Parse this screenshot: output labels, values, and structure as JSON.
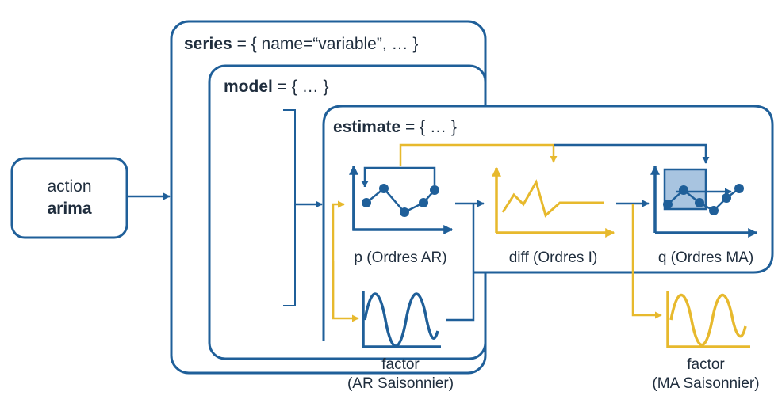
{
  "colors": {
    "blue": "#1f5f99",
    "yellow": "#e7b92d",
    "text": "#1f2d3d",
    "highlight": "#a8c4e0"
  },
  "action": {
    "line1": "action",
    "line2": "arima"
  },
  "series": {
    "key": "series",
    "rest": " = { name=“variable”, … }"
  },
  "model": {
    "key": "model",
    "rest": " = { … }"
  },
  "estimate": {
    "key": "estimate",
    "rest": " = { … }"
  },
  "nodes": {
    "p": "p (Ordres AR)",
    "diff": "diff (Ordres I)",
    "q": "q (Ordres MA)",
    "factor_ar": {
      "line1": "factor",
      "line2": "(AR Saisonnier)"
    },
    "factor_ma": {
      "line1": "factor",
      "line2": "(MA Saisonnier)"
    }
  }
}
